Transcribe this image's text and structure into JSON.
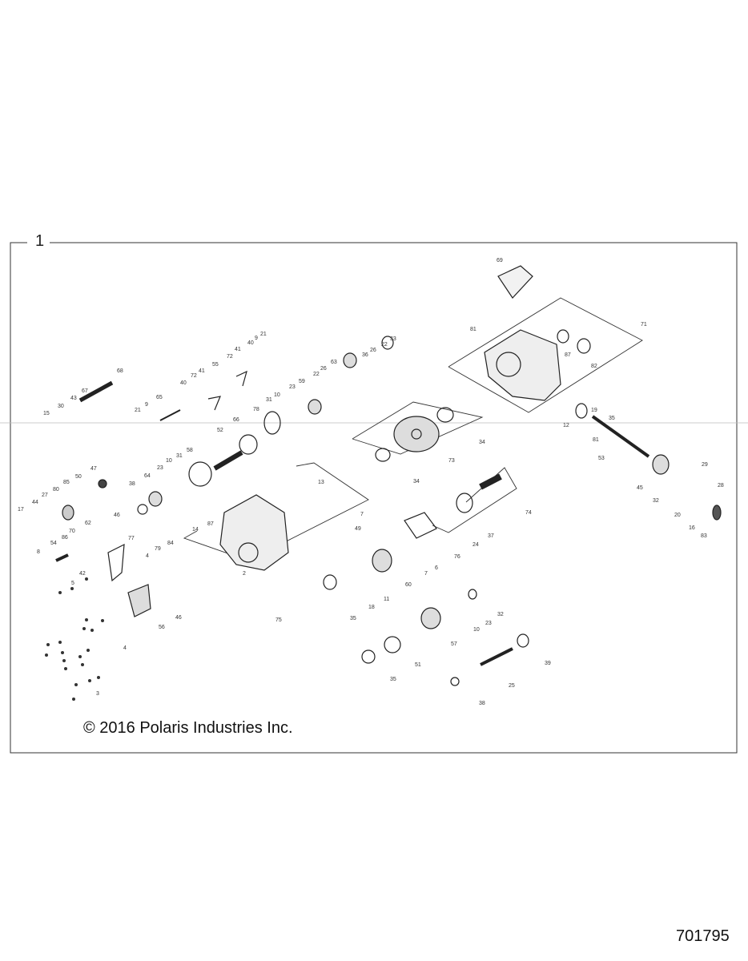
{
  "diagram": {
    "assembly_number": "1",
    "copyright": "© 2016 Polaris Industries Inc.",
    "drawing_number": "701795",
    "callouts": [
      "69",
      "81",
      "87",
      "82",
      "71",
      "12",
      "19",
      "35",
      "81",
      "53",
      "29",
      "28",
      "45",
      "32",
      "20",
      "16",
      "83",
      "73",
      "34",
      "34",
      "68",
      "67",
      "43",
      "30",
      "15",
      "65",
      "21",
      "9",
      "40",
      "72",
      "41",
      "55",
      "72",
      "41",
      "40",
      "9",
      "21",
      "33",
      "22",
      "26",
      "36",
      "63",
      "26",
      "22",
      "59",
      "23",
      "10",
      "31",
      "78",
      "66",
      "52",
      "58",
      "31",
      "10",
      "23",
      "64",
      "38",
      "47",
      "50",
      "85",
      "80",
      "27",
      "44",
      "17",
      "46",
      "62",
      "70",
      "86",
      "54",
      "8",
      "77",
      "42",
      "5",
      "14",
      "84",
      "79",
      "4",
      "87",
      "2",
      "13",
      "7",
      "49",
      "75",
      "46",
      "56",
      "4",
      "3",
      "76",
      "24",
      "37",
      "74",
      "7",
      "6",
      "60",
      "11",
      "18",
      "35",
      "32",
      "23",
      "10",
      "57",
      "51",
      "35",
      "39",
      "25",
      "38"
    ]
  }
}
